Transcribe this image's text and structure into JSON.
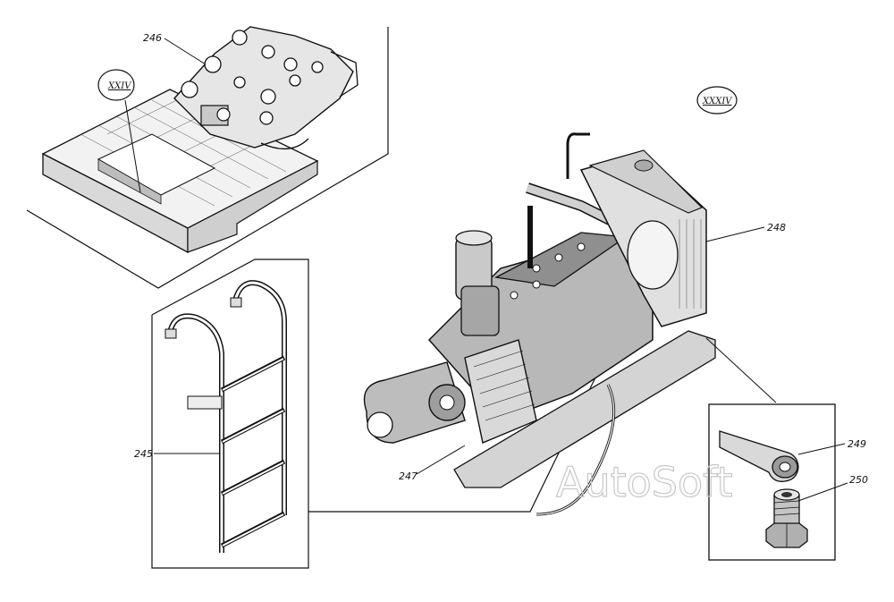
{
  "callouts": {
    "c245": "245",
    "c246": "246",
    "c247": "247",
    "c248": "248",
    "c249": "249",
    "c250": "250"
  },
  "views": {
    "frame_view": "XXIV",
    "engine_view": "XXXIV"
  },
  "watermark": "AutoSoft"
}
